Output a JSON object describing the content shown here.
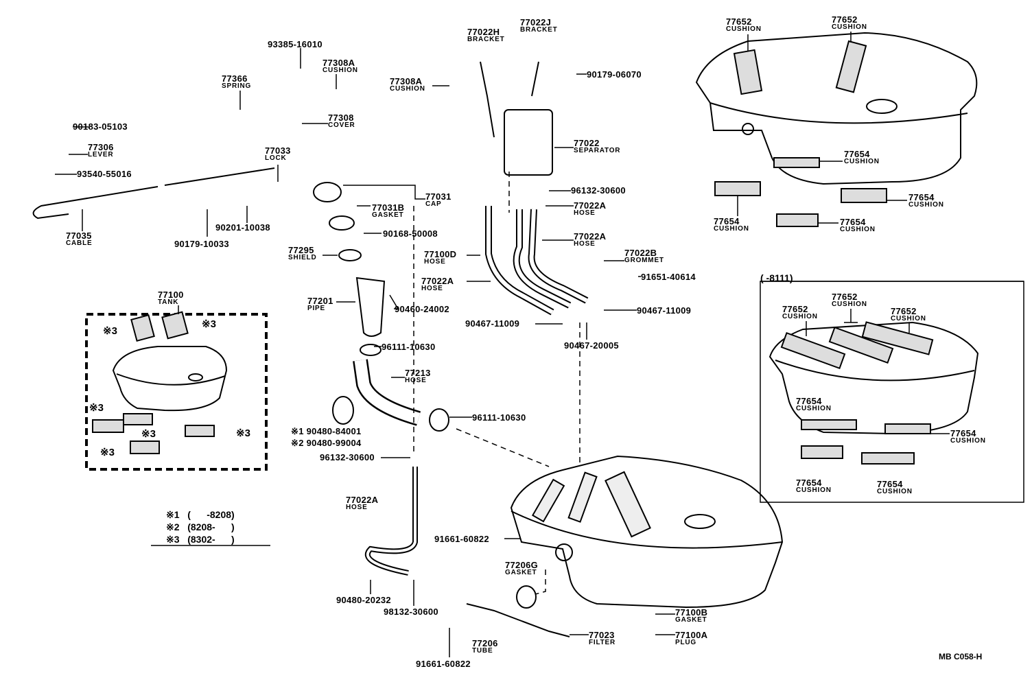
{
  "diagram_code": "MB C058-H",
  "callouts": [
    {
      "part": "93385-16010",
      "desc": ""
    },
    {
      "part": "77308A",
      "desc": "CUSHION"
    },
    {
      "part": "77366",
      "desc": "SPRING"
    },
    {
      "part": "77308",
      "desc": "COVER"
    },
    {
      "part": "90183-05103",
      "desc": ""
    },
    {
      "part": "77306",
      "desc": "LEVER"
    },
    {
      "part": "93540-55016",
      "desc": ""
    },
    {
      "part": "77033",
      "desc": "LOCK"
    },
    {
      "part": "77035",
      "desc": "CABLE"
    },
    {
      "part": "90201-10038",
      "desc": ""
    },
    {
      "part": "90179-10033",
      "desc": ""
    },
    {
      "part": "77022H",
      "desc": "BRACKET"
    },
    {
      "part": "77022J",
      "desc": "BRACKET"
    },
    {
      "part": "77308A",
      "desc": "CUSHION"
    },
    {
      "part": "90179-06070",
      "desc": ""
    },
    {
      "part": "77022",
      "desc": "SEPARATOR"
    },
    {
      "part": "96132-30600",
      "desc": ""
    },
    {
      "part": "77031",
      "desc": "CAP"
    },
    {
      "part": "77031B",
      "desc": "GASKET"
    },
    {
      "part": "90168-50008",
      "desc": ""
    },
    {
      "part": "77022A",
      "desc": "HOSE"
    },
    {
      "part": "77022A",
      "desc": "HOSE"
    },
    {
      "part": "77295",
      "desc": "SHIELD"
    },
    {
      "part": "77100D",
      "desc": "HOSE"
    },
    {
      "part": "77022B",
      "desc": "GROMMET"
    },
    {
      "part": "91651-40614",
      "desc": ""
    },
    {
      "part": "77022A",
      "desc": "HOSE"
    },
    {
      "part": "77201",
      "desc": "PIPE"
    },
    {
      "part": "90460-24002",
      "desc": ""
    },
    {
      "part": "90467-11009",
      "desc": ""
    },
    {
      "part": "90467-11009",
      "desc": ""
    },
    {
      "part": "90467-20005",
      "desc": ""
    },
    {
      "part": "96111-10630",
      "desc": ""
    },
    {
      "part": "77213",
      "desc": "HOSE"
    },
    {
      "part": "96111-10630",
      "desc": ""
    },
    {
      "part": "※1 90480-84001",
      "desc": ""
    },
    {
      "part": "※2 90480-99004",
      "desc": ""
    },
    {
      "part": "96132-30600",
      "desc": ""
    },
    {
      "part": "77022A",
      "desc": "HOSE"
    },
    {
      "part": "91661-60822",
      "desc": ""
    },
    {
      "part": "77206G",
      "desc": "GASKET"
    },
    {
      "part": "90480-20232",
      "desc": ""
    },
    {
      "part": "98132-30600",
      "desc": ""
    },
    {
      "part": "77100B",
      "desc": "GASKET"
    },
    {
      "part": "77023",
      "desc": "FILTER"
    },
    {
      "part": "77100A",
      "desc": "PLUG"
    },
    {
      "part": "77206",
      "desc": "TUBE"
    },
    {
      "part": "91661-60822",
      "desc": ""
    },
    {
      "part": "77100",
      "desc": "TANK"
    },
    {
      "part": "77652",
      "desc": "CUSHION"
    },
    {
      "part": "77652",
      "desc": "CUSHION"
    },
    {
      "part": "77654",
      "desc": "CUSHION"
    },
    {
      "part": "77654",
      "desc": "CUSHION"
    },
    {
      "part": "77654",
      "desc": "CUSHION"
    },
    {
      "part": "77654",
      "desc": "CUSHION"
    },
    {
      "part": "77652",
      "desc": "CUSHION"
    },
    {
      "part": "77652",
      "desc": "CUSHION"
    },
    {
      "part": "77652",
      "desc": "CUSHION"
    },
    {
      "part": "77654",
      "desc": "CUSHION"
    },
    {
      "part": "77654",
      "desc": "CUSHION"
    },
    {
      "part": "77654",
      "desc": "CUSHION"
    },
    {
      "part": "77654",
      "desc": "CUSHION"
    }
  ],
  "inset_range": "(      -8111)",
  "tank_box_marker": "※3",
  "legend": [
    {
      "mark": "※1",
      "range": "(      -8208)"
    },
    {
      "mark": "※2",
      "range": "(8208-      )"
    },
    {
      "mark": "※3",
      "range": "(8302-      )"
    }
  ]
}
